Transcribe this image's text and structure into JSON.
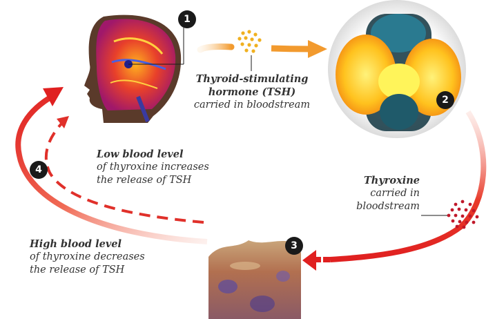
{
  "steps": [
    {
      "number": "1",
      "organ_icon": "brain-scan-head-icon"
    },
    {
      "number": "2",
      "organ_icon": "thyroid-gland-icon"
    },
    {
      "number": "3",
      "organ_icon": "body-tissue-icon"
    },
    {
      "number": "4",
      "organ_icon": null
    }
  ],
  "labels": {
    "tsh": {
      "line1": "Thyroid-stimulating",
      "line2": "hormone (TSH)",
      "line3": "carried in bloodstream"
    },
    "thyroxine": {
      "line1": "Thyroxine",
      "line2": "carried in",
      "line3": "bloodstream"
    },
    "low_level": {
      "line1": "Low blood level",
      "line2": "of thyroxine increases",
      "line3": "the release of TSH"
    },
    "high_level": {
      "line1": "High blood level",
      "line2": "of thyroxine decreases",
      "line3": "the release of TSH"
    }
  },
  "colors": {
    "tsh_dots": "#f0b020",
    "thyroxine_dots": "#c0182a",
    "feedback_arrow": "#e0302a",
    "tsh_arrow": "#f29a2e",
    "badge": "#1a1a1a"
  }
}
